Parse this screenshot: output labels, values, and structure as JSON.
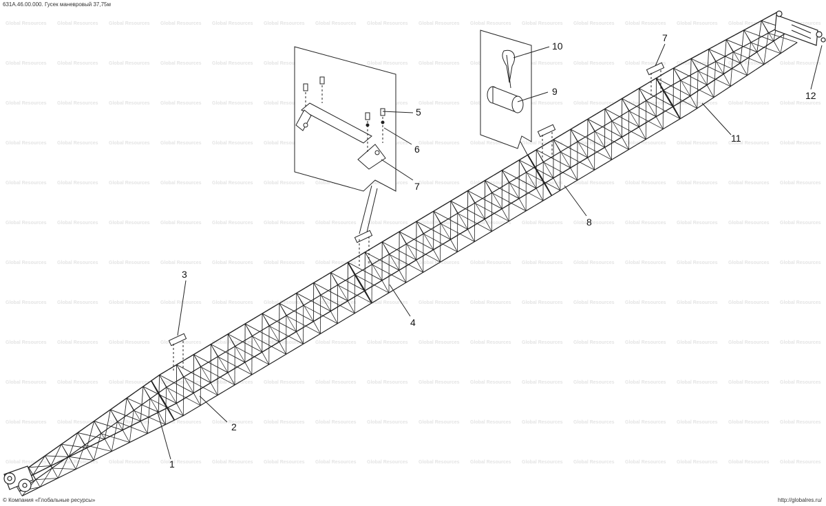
{
  "document": {
    "title": "631А.46.00.000. Гусек маневровый 37,75м"
  },
  "footer": {
    "copyright": "© Компания «Глобальные ресурсы»",
    "url": "http://globalres.ru/"
  },
  "watermark": {
    "text": "Global Resources"
  },
  "callouts": [
    {
      "number": "1"
    },
    {
      "number": "2"
    },
    {
      "number": "3"
    },
    {
      "number": "4"
    },
    {
      "number": "5"
    },
    {
      "number": "6"
    },
    {
      "number": "7"
    },
    {
      "number": "7"
    },
    {
      "number": "8"
    },
    {
      "number": "9"
    },
    {
      "number": "10"
    },
    {
      "number": "11"
    },
    {
      "number": "12"
    }
  ],
  "colors": {
    "line": "#222222",
    "background": "#ffffff",
    "watermark": "#e4e4e4"
  }
}
